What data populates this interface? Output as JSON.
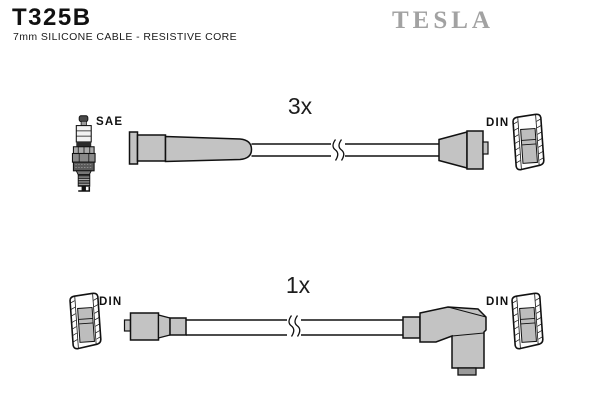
{
  "header": {
    "part_number": "T325B",
    "subtitle": "7mm SILICONE CABLE - RESISTIVE CORE",
    "brand_logo": "TESLA"
  },
  "colors": {
    "background": "#ffffff",
    "line": "#111111",
    "boot_fill": "#c3c3c3",
    "logo_gray": "#a2a2a2"
  },
  "diagram": {
    "cables": [
      {
        "id": "spark-plug-to-distributor-lead",
        "quantity_label": "3x",
        "left_terminal_label": "SAE",
        "right_terminal_label": "DIN",
        "left_component": "spark-plug",
        "right_component": "din-terminal",
        "break_symbol": "cable-length-break"
      },
      {
        "id": "coil-to-distributor-lead",
        "quantity_label": "1x",
        "left_terminal_label": "DIN",
        "right_terminal_label": "DIN",
        "left_component": "din-terminal",
        "right_component": "din-terminal",
        "right_boot_shape": "90-degree-elbow",
        "break_symbol": "cable-length-break"
      }
    ]
  }
}
